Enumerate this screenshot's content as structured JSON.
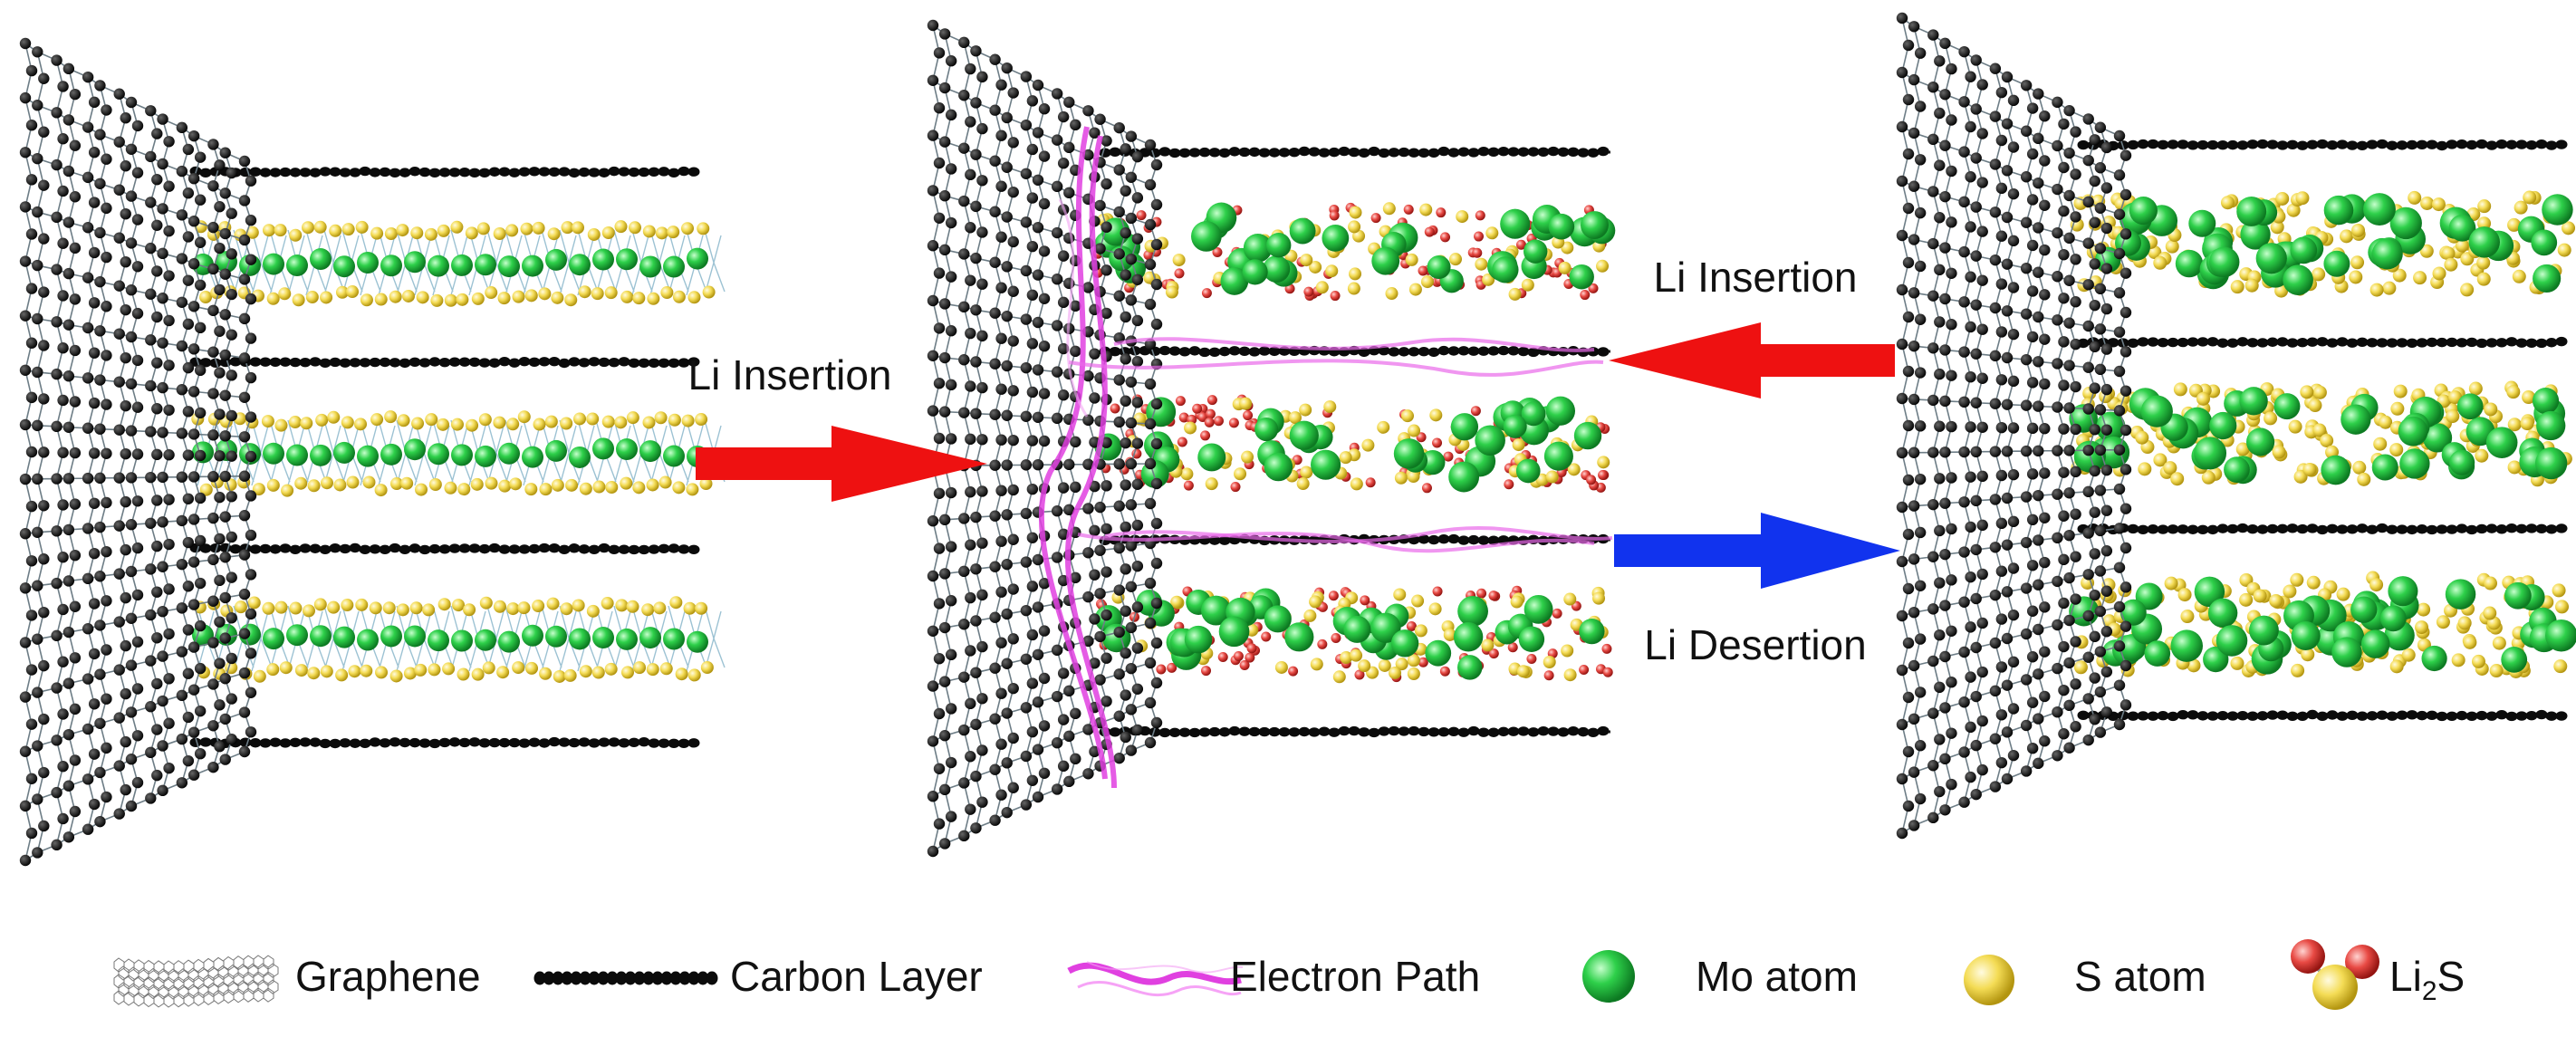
{
  "arrows": {
    "insertion_left": "Li Insertion",
    "insertion_right": "Li Insertion",
    "desertion": "Li Desertion"
  },
  "legend": {
    "graphene": "Graphene",
    "carbon_layer": "Carbon Layer",
    "electron_path": "Electron Path",
    "mo_atom": "Mo atom",
    "s_atom": "S atom",
    "li2s_base": "Li",
    "li2s_sub": "2",
    "li2s_tail": "S"
  },
  "colors": {
    "carbon": "#111111",
    "bond": "#8fb3c4",
    "mo": "#22c840",
    "s": "#f2d84a",
    "li": "#e2403c",
    "electron": "#e040e0",
    "arrow_insertion": "#ee1111",
    "arrow_desertion": "#1133ee"
  }
}
